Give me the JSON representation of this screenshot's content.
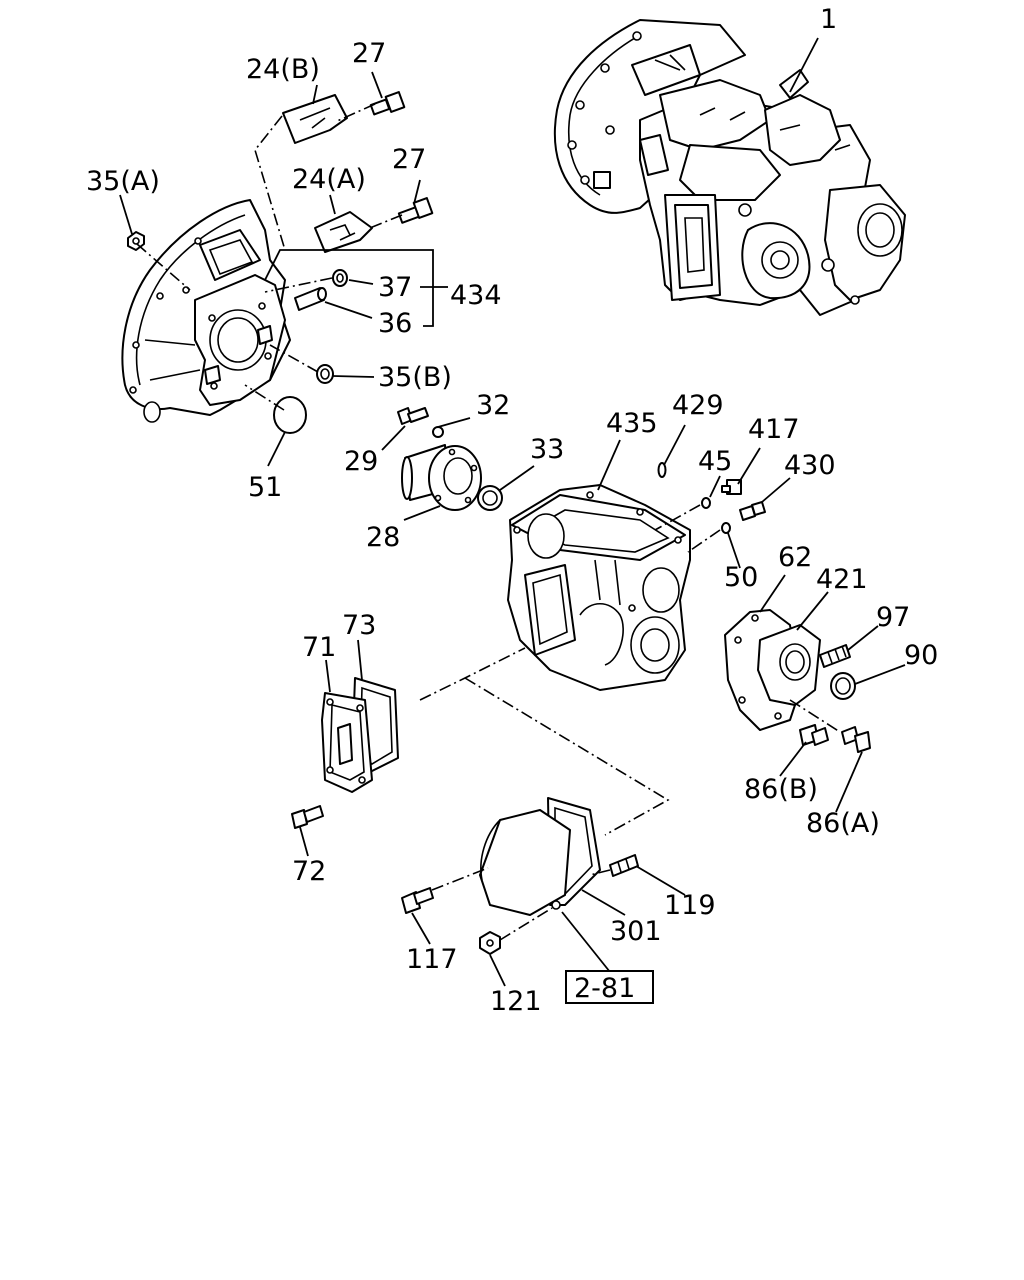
{
  "labels": {
    "p1": "1",
    "p24b": "24(B)",
    "p27a": "27",
    "p27b": "27",
    "p24a": "24(A)",
    "p35a": "35(A)",
    "p37": "37",
    "p434": "434",
    "p36": "36",
    "p35b": "35(B)",
    "p51": "51",
    "p32": "32",
    "p29": "29",
    "p33": "33",
    "p28": "28",
    "p435": "435",
    "p429": "429",
    "p45": "45",
    "p417": "417",
    "p430": "430",
    "p50": "50",
    "p62": "62",
    "p421": "421",
    "p97": "97",
    "p90": "90",
    "p71": "71",
    "p73": "73",
    "p72": "72",
    "p86b": "86(B)",
    "p86a": "86(A)",
    "p119": "119",
    "p301": "301",
    "p117": "117",
    "p121": "121",
    "ref281": "2-81"
  }
}
